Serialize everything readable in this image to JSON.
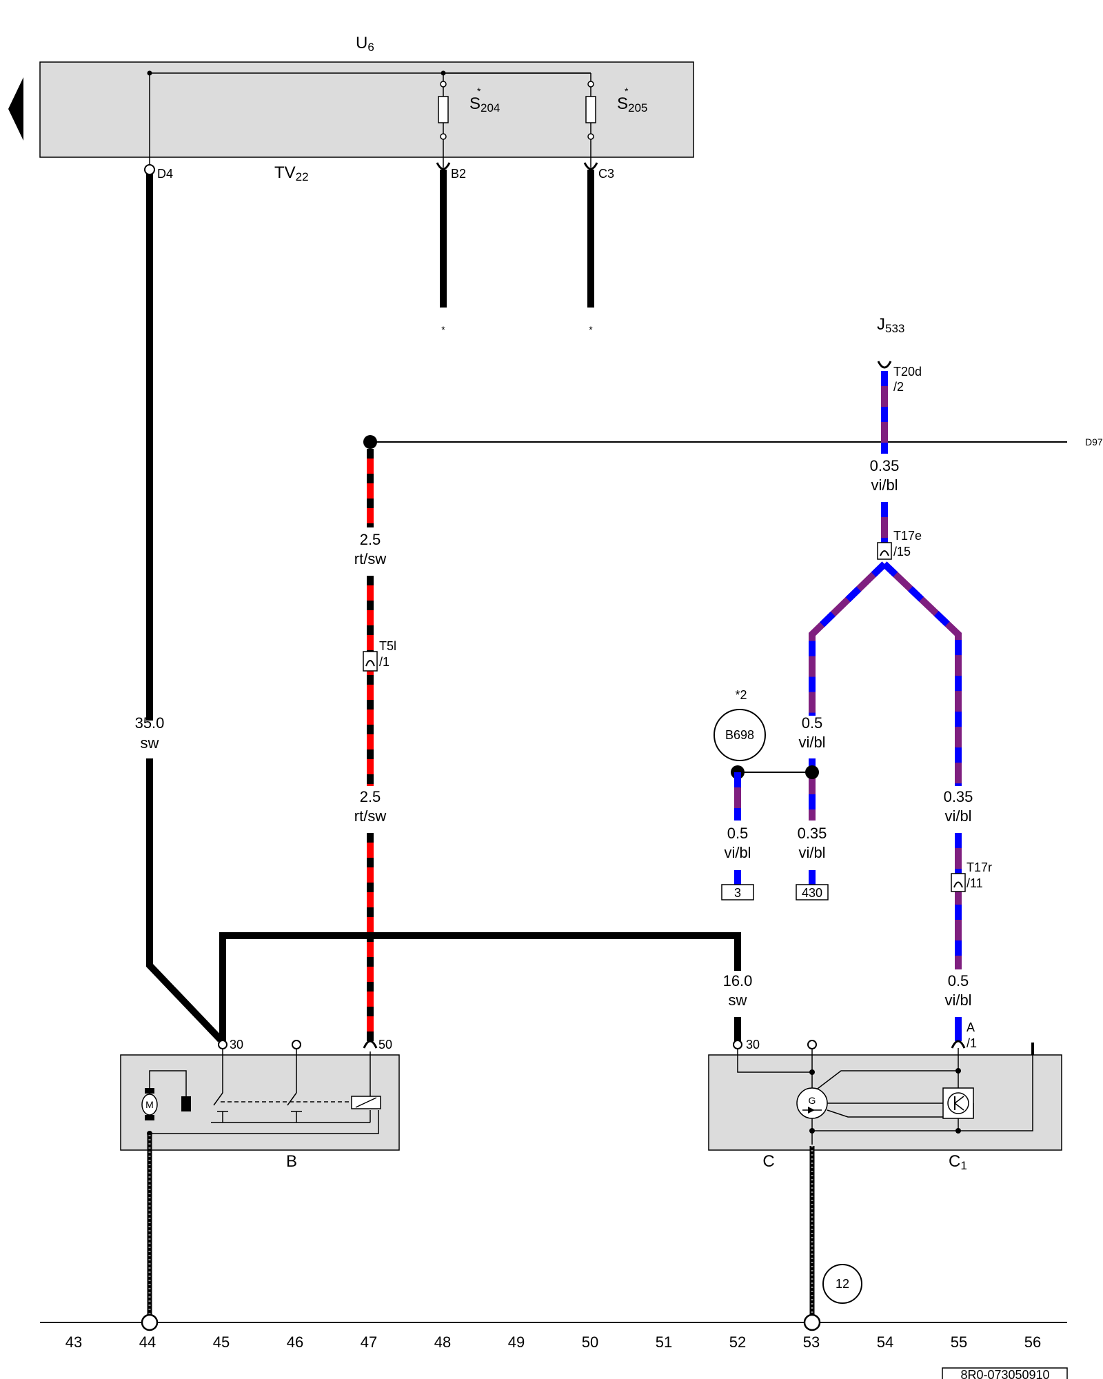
{
  "components": {
    "u6": {
      "base": "U",
      "sub": "6"
    },
    "tv22": {
      "base": "TV",
      "sub": "22"
    },
    "s204": {
      "base": "S",
      "sub": "204",
      "mark": "*"
    },
    "s205": {
      "base": "S",
      "sub": "205",
      "mark": "*"
    },
    "j533": {
      "base": "J",
      "sub": "533"
    },
    "b": {
      "label": "B"
    },
    "c": {
      "label": "C"
    },
    "c1": {
      "base": "C",
      "sub": "1"
    },
    "b698": {
      "label": "B698",
      "mark": "*2"
    },
    "d97": {
      "label": "D97"
    },
    "ref12": {
      "label": "12"
    }
  },
  "pins": {
    "d4": "D4",
    "b2": "B2",
    "c3": "C3",
    "b_30": "30",
    "b_50": "50",
    "c_30": "30",
    "t20d": {
      "line1": "T20d",
      "line2": "/2"
    },
    "t17e": {
      "line1": "T17e",
      "line2": "/15"
    },
    "t5l": {
      "line1": "T5l",
      "line2": "/1"
    },
    "t17r": {
      "line1": "T17r",
      "line2": "/11"
    },
    "a1": {
      "line1": "A",
      "line2": "/1"
    }
  },
  "markers": {
    "star_b2": "*",
    "star_c3": "*"
  },
  "wires": {
    "w_d4": {
      "size": "35.0",
      "color": "sw"
    },
    "w_rt1": {
      "size": "2.5",
      "color": "rt/sw"
    },
    "w_rt2": {
      "size": "2.5",
      "color": "rt/sw"
    },
    "w_j533": {
      "size": "0.35",
      "color": "vi/bl"
    },
    "w_left_branch": {
      "size": "0.5",
      "color": "vi/bl"
    },
    "w_right_branch": {
      "size": "0.35",
      "color": "vi/bl"
    },
    "w_to3": {
      "size": "0.5",
      "color": "vi/bl"
    },
    "w_to430": {
      "size": "0.35",
      "color": "vi/bl"
    },
    "w_c30": {
      "size": "16.0",
      "color": "sw"
    },
    "w_c1": {
      "size": "0.5",
      "color": "vi/bl"
    }
  },
  "refboxes": {
    "r3": "3",
    "r430": "430"
  },
  "ruler": [
    "43",
    "44",
    "45",
    "46",
    "47",
    "48",
    "49",
    "50",
    "51",
    "52",
    "53",
    "54",
    "55",
    "56"
  ],
  "drawing_number": "8R0-073050910",
  "colors": {
    "sw": "#000000",
    "rt": "#ff0000",
    "vi": "#7f1f7f",
    "bl": "#0000ff",
    "housing": "#dcdcdc"
  }
}
